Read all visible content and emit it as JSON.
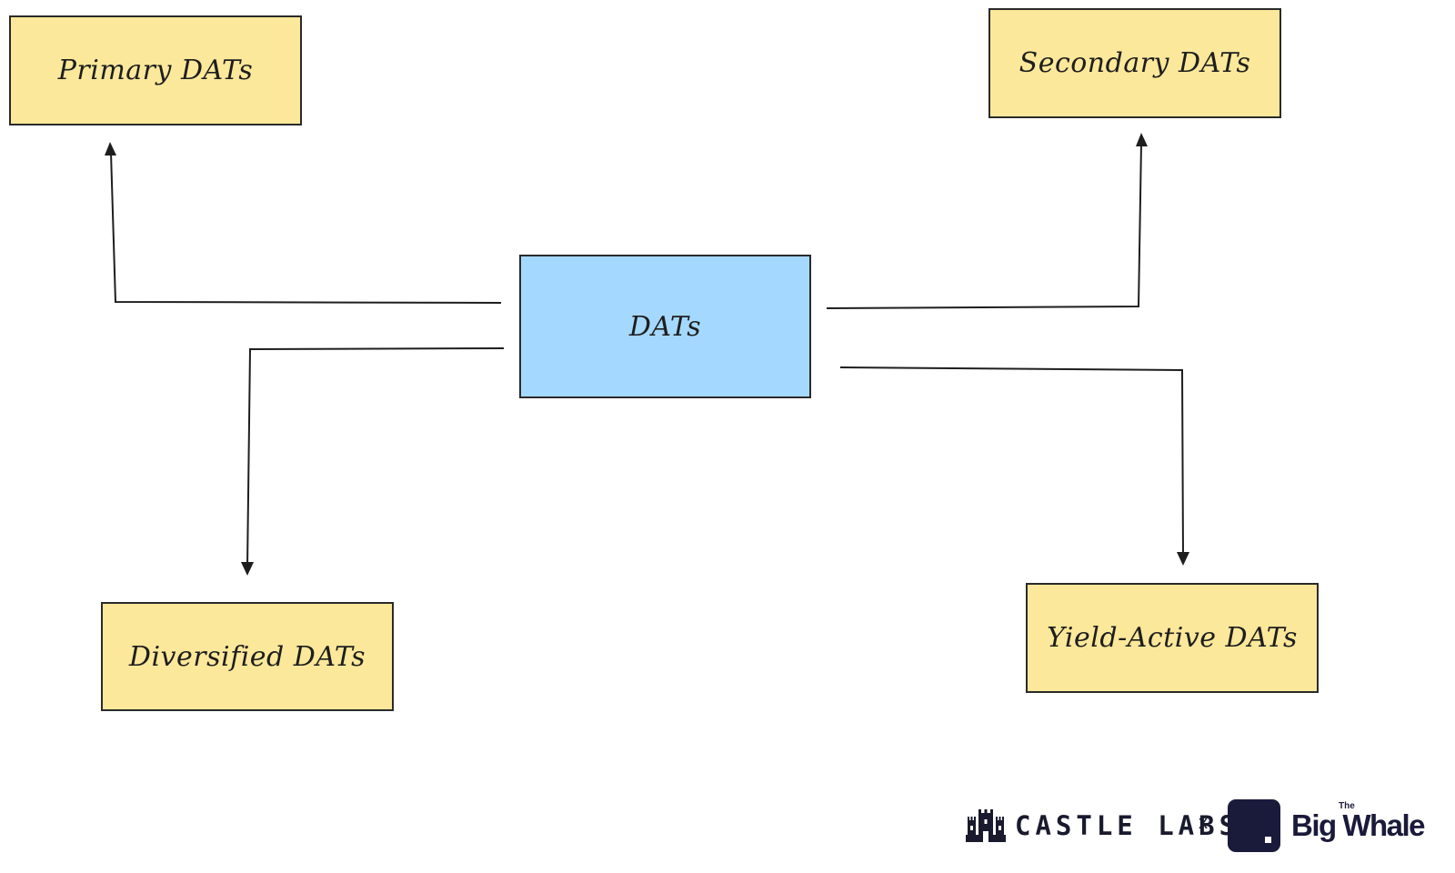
{
  "diagram": {
    "center": {
      "label": "DATs",
      "fill": "#a5d8ff"
    },
    "nodes": [
      {
        "id": "primary",
        "label": "Primary DATs",
        "fill": "#fbe89a"
      },
      {
        "id": "secondary",
        "label": "Secondary DATs",
        "fill": "#fbe89a"
      },
      {
        "id": "diversified",
        "label": "Diversified DATs",
        "fill": "#fbe89a"
      },
      {
        "id": "yield",
        "label": "Yield-Active DATs",
        "fill": "#fbe89a"
      }
    ],
    "edges": [
      {
        "from": "center",
        "to": "primary"
      },
      {
        "from": "center",
        "to": "secondary"
      },
      {
        "from": "center",
        "to": "diversified"
      },
      {
        "from": "center",
        "to": "yield"
      }
    ],
    "stroke_color": "#1e1e1e"
  },
  "branding": {
    "castle_labs": {
      "text": "CASTLE LABS",
      "icon": "castle-icon"
    },
    "separator": "x",
    "big_whale": {
      "the": "The",
      "wordmark": "Big Whale",
      "icon": "big-whale-logo-icon"
    }
  }
}
